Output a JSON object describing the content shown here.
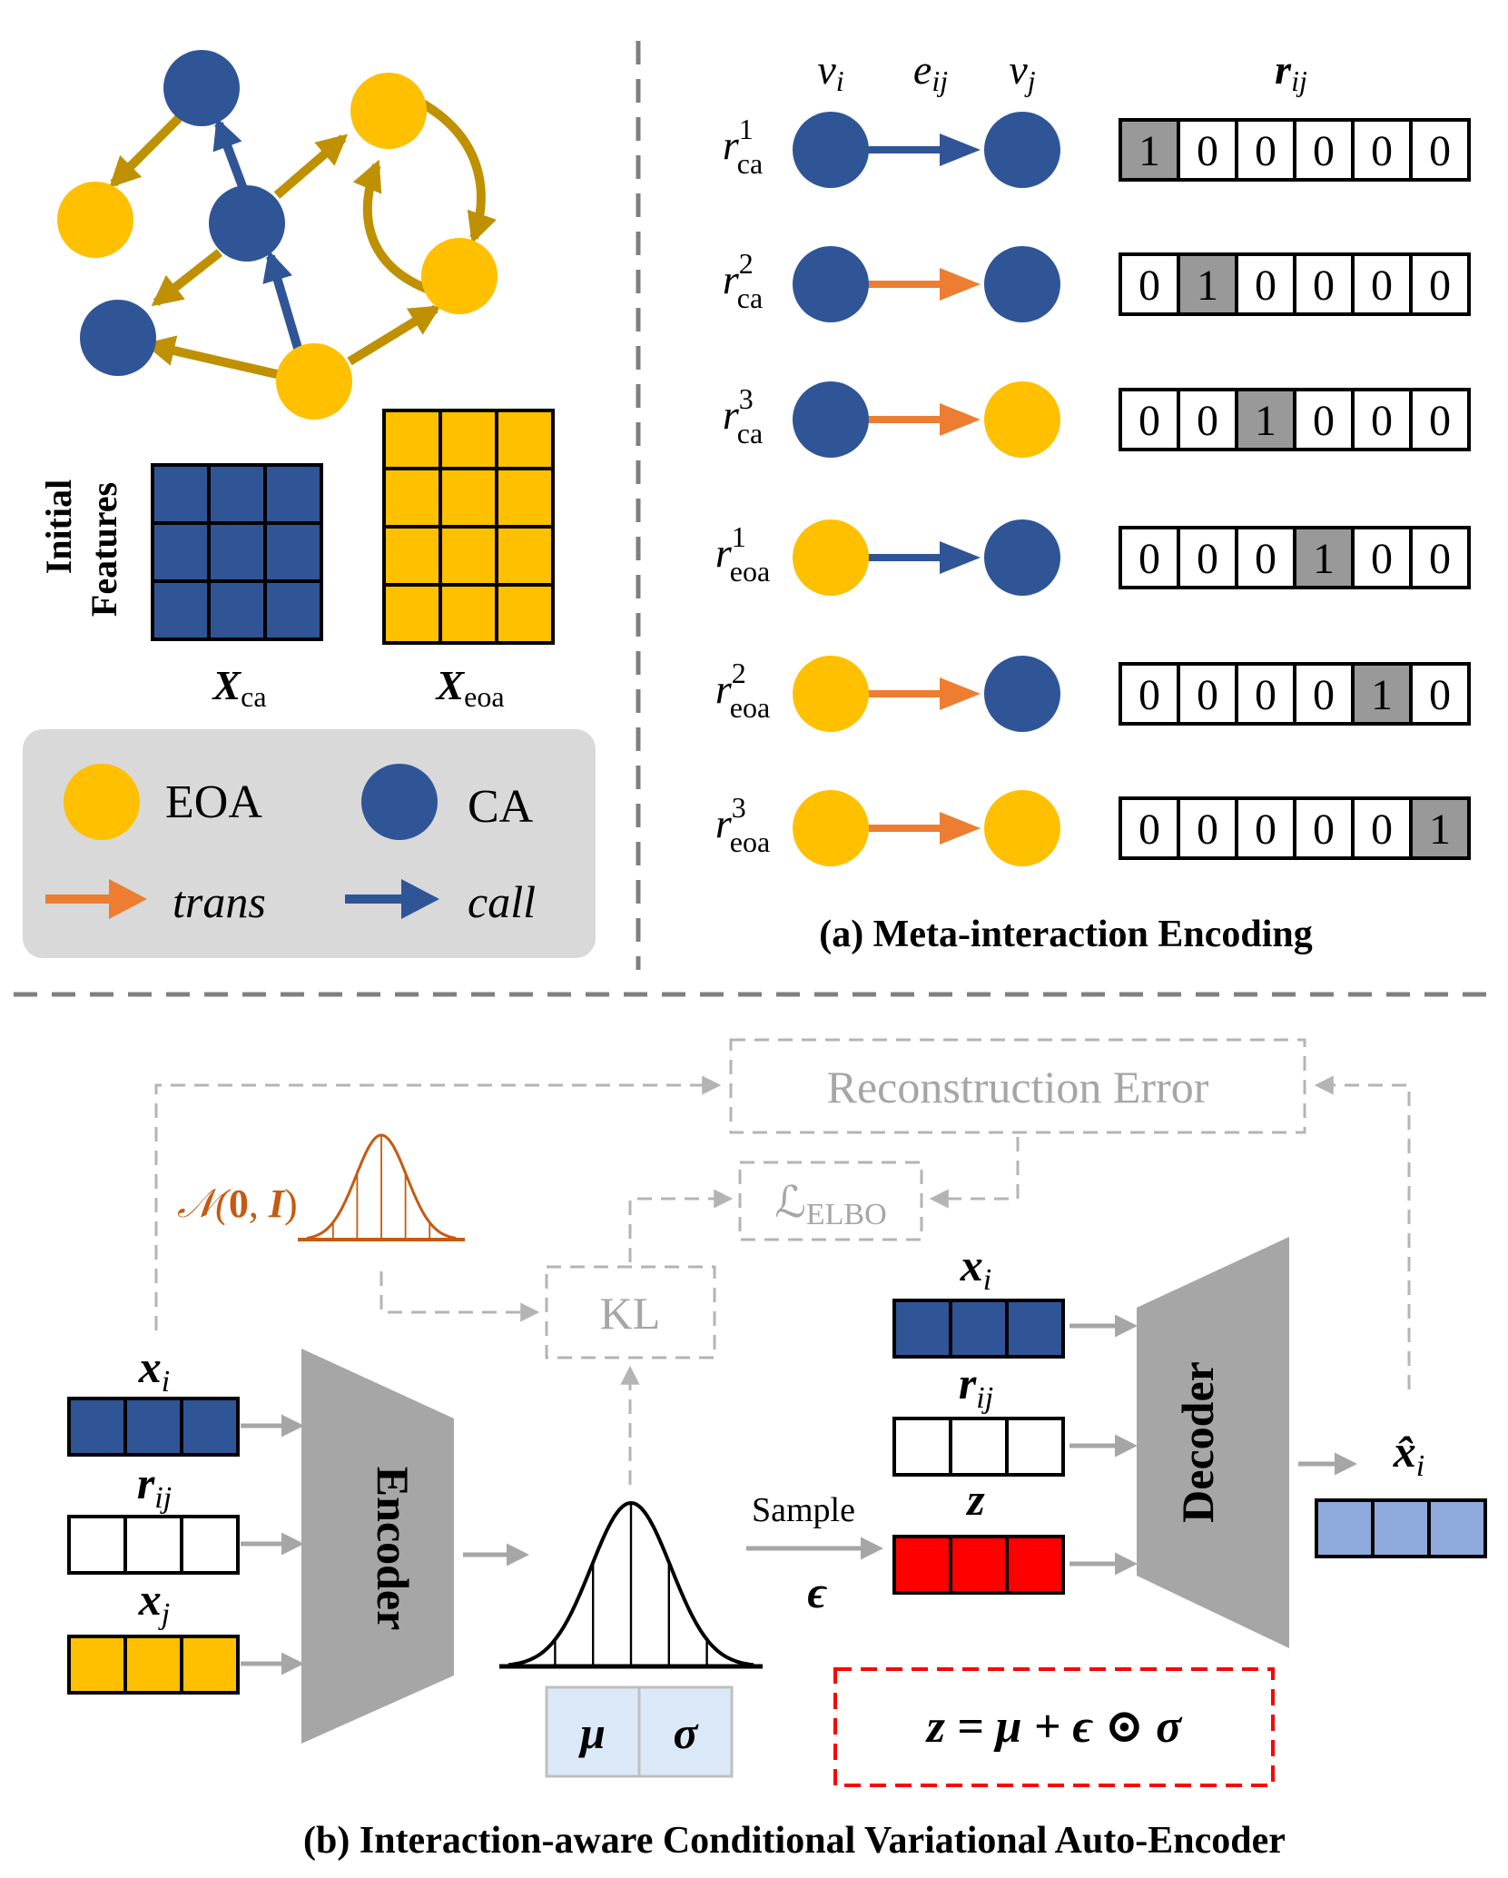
{
  "colors": {
    "ca": "#2f5597",
    "eoa": "#ffc000",
    "call": "#2f5597",
    "trans": "#ed7d31",
    "graph_edge": "#bf9000",
    "hot": "#999999",
    "legend_bg": "#d9d9d9",
    "dash": "#7f7f7f",
    "light_dash": "#a6a6a6",
    "decoder_out": "#8faadc",
    "z": "#ff0000",
    "normal": "#c55a11",
    "mu_sigma": "#dae8f7",
    "formula_border": "#ff0000",
    "trapezoid": "#a6a6a6"
  },
  "panel_a": {
    "features_line1": "Initial",
    "features_line2": "Features",
    "xca_base": "X",
    "xca_sub": "ca",
    "xeoa_base": "X",
    "xeoa_sub": "eoa",
    "legend": {
      "eoa_label": "EOA",
      "ca_label": "CA",
      "trans_label": "trans",
      "call_label": "call"
    },
    "header": {
      "vi": "v",
      "vi_sub": "i",
      "eij": "e",
      "eij_sub": "ij",
      "vj": "v",
      "vj_sub": "j",
      "rij": "r",
      "rij_sub": "ij"
    },
    "rows": [
      {
        "base": "r",
        "sub": "ca",
        "sup": "1",
        "src": "ca",
        "edge": "call",
        "dst": "ca",
        "bits": [
          "1",
          "0",
          "0",
          "0",
          "0",
          "0"
        ],
        "hot": 0
      },
      {
        "base": "r",
        "sub": "ca",
        "sup": "2",
        "src": "ca",
        "edge": "trans",
        "dst": "ca",
        "bits": [
          "0",
          "1",
          "0",
          "0",
          "0",
          "0"
        ],
        "hot": 1
      },
      {
        "base": "r",
        "sub": "ca",
        "sup": "3",
        "src": "ca",
        "edge": "trans",
        "dst": "eoa",
        "bits": [
          "0",
          "0",
          "1",
          "0",
          "0",
          "0"
        ],
        "hot": 2
      },
      {
        "base": "r",
        "sub": "eoa",
        "sup": "1",
        "src": "eoa",
        "edge": "call",
        "dst": "ca",
        "bits": [
          "0",
          "0",
          "0",
          "1",
          "0",
          "0"
        ],
        "hot": 3
      },
      {
        "base": "r",
        "sub": "eoa",
        "sup": "2",
        "src": "eoa",
        "edge": "trans",
        "dst": "ca",
        "bits": [
          "0",
          "0",
          "0",
          "0",
          "1",
          "0"
        ],
        "hot": 4
      },
      {
        "base": "r",
        "sub": "eoa",
        "sup": "3",
        "src": "eoa",
        "edge": "trans",
        "dst": "eoa",
        "bits": [
          "0",
          "0",
          "0",
          "0",
          "0",
          "1"
        ],
        "hot": 5
      }
    ],
    "caption": "(a) Meta-interaction Encoding"
  },
  "panel_b": {
    "recon_error": "Reconstruction Error",
    "elbo": "ℒ",
    "elbo_sub": "ELBO",
    "kl": "KL",
    "normal_label": "𝒩(",
    "normal_zero": "0",
    "normal_comma": ", ",
    "normal_I": "I",
    "normal_close": ")",
    "enc_xi": "x",
    "enc_xi_sub": "i",
    "enc_rij": "r",
    "enc_rij_sub": "ij",
    "enc_xj": "x",
    "enc_xj_sub": "j",
    "encoder": "Encoder",
    "decoder": "Decoder",
    "mu": "μ",
    "sigma": "σ",
    "sample": "Sample",
    "epsilon": "ϵ",
    "dec_xi": "x",
    "dec_xi_sub": "i",
    "dec_rij": "r",
    "dec_rij_sub": "ij",
    "dec_z": "z",
    "xhat": "x̂",
    "xhat_sub": "i",
    "formula": "z = μ + ϵ ⊙ σ",
    "caption": "(b) Interaction-aware Conditional Variational Auto-Encoder"
  }
}
